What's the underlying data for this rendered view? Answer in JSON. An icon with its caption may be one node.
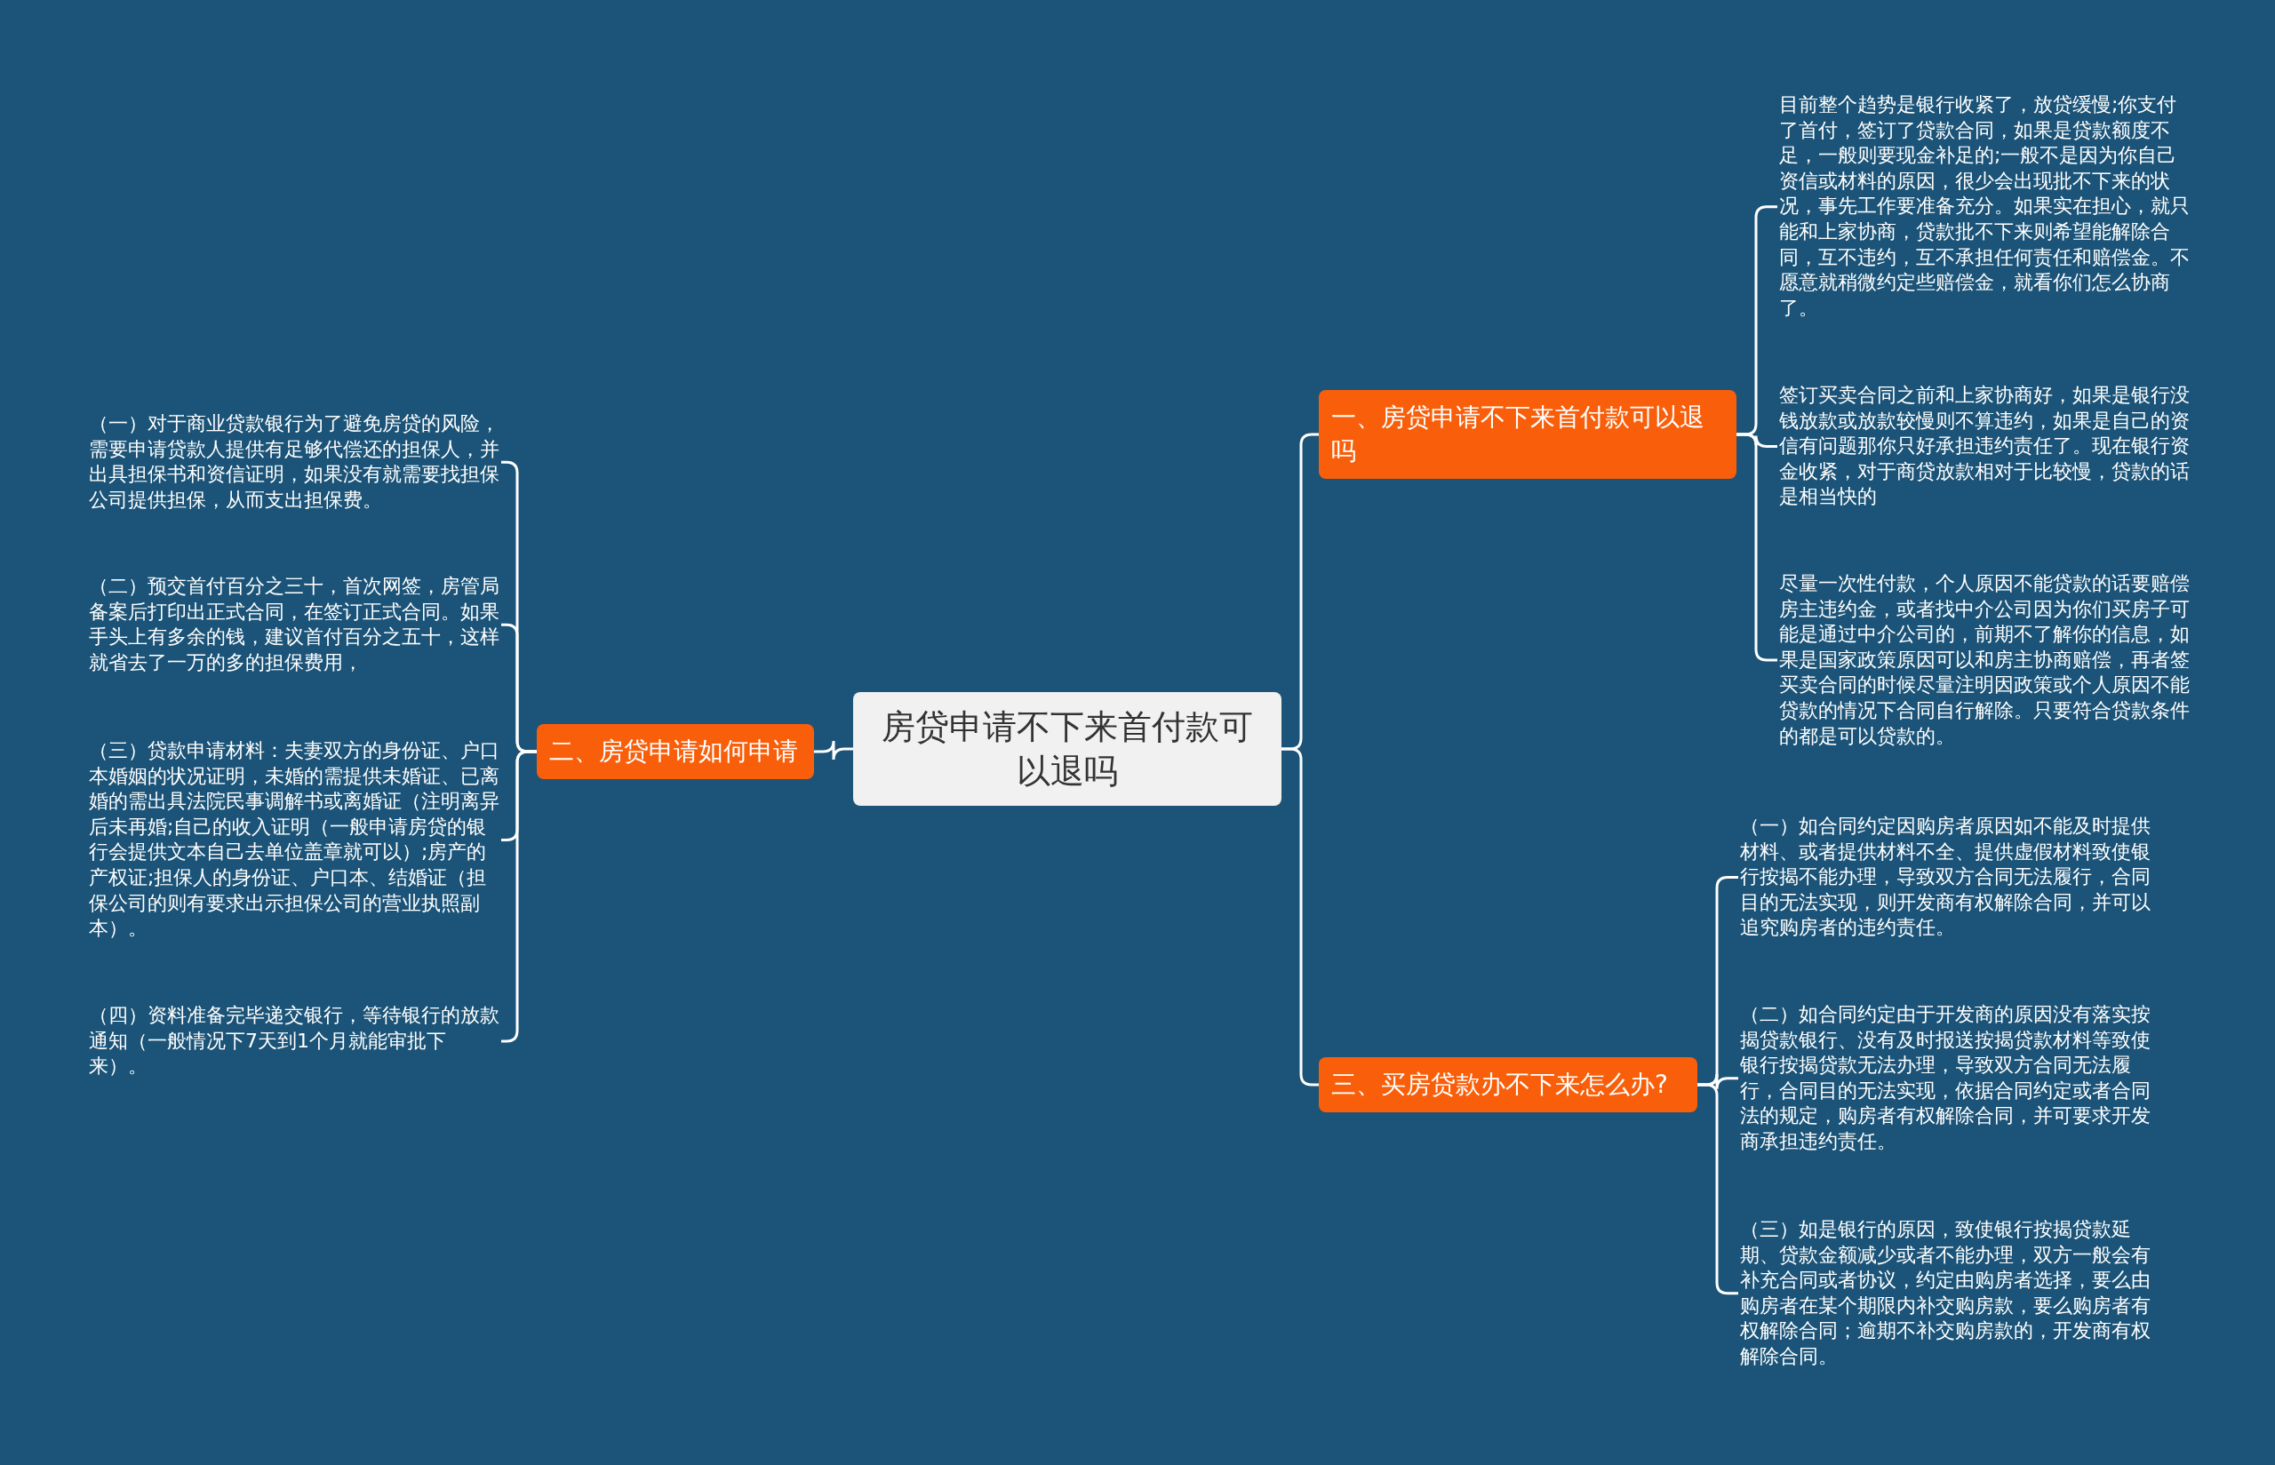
{
  "diagram": {
    "nodes": [
      {
        "text": [
          "房贷申请不下来首付款可以退吗"
        ]
      },
      {
        "text": [
          "一、房贷申请不下来首付款可以退吗"
        ]
      },
      {
        "text": [
          "目前整个趋势是银行收紧了，放贷缓慢;你支付了首付，签订了贷款合同，如果是贷款额度不足，一般则要现金补足的;一般不是因为你自己资信或材料的原因，很少会出现批不下来的状况，事先工作要准备充分。如果实在担心，就只能和上家协商，贷款批不下来则希望能解除合同，互不违约，互不承担任何责任和赔偿金。不愿意就稍微约定些赔偿金，就看你们怎么协商了。"
        ]
      },
      {
        "text": [
          "签订买卖合同之前和上家协商好，如果是银行没钱放款或放款较慢则不算违约，如果是自己的资信有问题那你只好承担违约责任了。现在银行资金收紧，对于商贷放款相对于比较慢，贷款的话是相当快的"
        ]
      },
      {
        "text": [
          "尽量一次性付款，个人原因不能贷款的话要赔偿房主违约金，或者找中介公司因为你们买房子可能是通过中介公司的，前期不了解你的信息，如果是国家政策原因可以和房主协商赔偿，再者签买卖合同的时候尽量注明因政策或个人原因不能贷款的情况下合同自行解除。只要符合贷款条件的都是可以贷款的。"
        ]
      },
      {
        "text": [
          "三、买房贷款办不下来怎么办?"
        ]
      },
      {
        "text": [
          "（一）如合同约定因购房者原因如不能及时提供材料、或者提供材料不全、提供虚假材料致使银行按揭不能办理，导致双方合同无法履行，合同目的无法实现，则开发商有权解除合同，并可以追究购房者的违约责任。"
        ]
      },
      {
        "text": [
          "（二）如合同约定由于开发商的原因没有落实按揭贷款银行、没有及时报送按揭贷款材料等致使银行按揭贷款无法办理，导致双方合同无法履行，合同目的无法实现，依据合同约定或者合同法的规定，购房者有权解除合同，并可要求开发商承担违约责任。"
        ]
      },
      {
        "text": [
          "（三）如是银行的原因，致使银行按揭贷款延期、贷款金额减少或者不能办理，双方一般会有补充合同或者协议，约定由购房者选择，要么由购房者在某个期限内补交购房款，要么购房者有权解除合同；逾期不补交购房款的，开发商有权解除合同。"
        ]
      },
      {
        "text": [
          "二、房贷申请如何申请"
        ]
      },
      {
        "text": [
          "（一）对于商业贷款银行为了避免房贷的风险，需要申请贷款人提供有足够代偿还的担保人，并出具担保书和资信证明，如果没有就需要找担保公司提供担保，从而支出担保费。"
        ]
      },
      {
        "text": [
          "（二）预交首付百分之三十，首次网签，房管局备案后打印出正式合同，在签订正式合同。如果手头上有多余的钱，建议首付百分之五十，这样就省去了一万的多的担保费用，"
        ]
      },
      {
        "text": [
          "（三）贷款申请材料：夫妻双方的身份证、户口本婚姻的状况证明，未婚的需提供未婚证、已离婚的需出具法院民事调解书或离婚证（注明离异后未再婚;自己的收入证明（一般申请房贷的银行会提供文本自己去单位盖章就可以）;房产的产权证;担保人的身份证、户口本、结婚证（担保公司的则有要求出示担保公司的营业执照副本）。"
        ]
      },
      {
        "text": [
          "（四）资料准备完毕递交银行，等待银行的放款通知（一般情况下7天到1个月就能审批下来）。"
        ]
      }
    ],
    "edges": [
      {
        "from": 0,
        "to": 1,
        "arrow": "none"
      },
      {
        "from": 1,
        "to": 2,
        "arrow": "none"
      },
      {
        "from": 1,
        "to": 3,
        "arrow": "none"
      },
      {
        "from": 1,
        "to": 4,
        "arrow": "none"
      },
      {
        "from": 0,
        "to": 5,
        "arrow": "none"
      },
      {
        "from": 5,
        "to": 6,
        "arrow": "none"
      },
      {
        "from": 5,
        "to": 7,
        "arrow": "none"
      },
      {
        "from": 5,
        "to": 8,
        "arrow": "none"
      },
      {
        "from": 0,
        "to": 9,
        "arrow": "none"
      },
      {
        "from": 9,
        "to": 10,
        "arrow": "none"
      },
      {
        "from": 9,
        "to": 11,
        "arrow": "none"
      },
      {
        "from": 9,
        "to": 12,
        "arrow": "none"
      },
      {
        "from": 9,
        "to": 13,
        "arrow": "none"
      }
    ]
  }
}
